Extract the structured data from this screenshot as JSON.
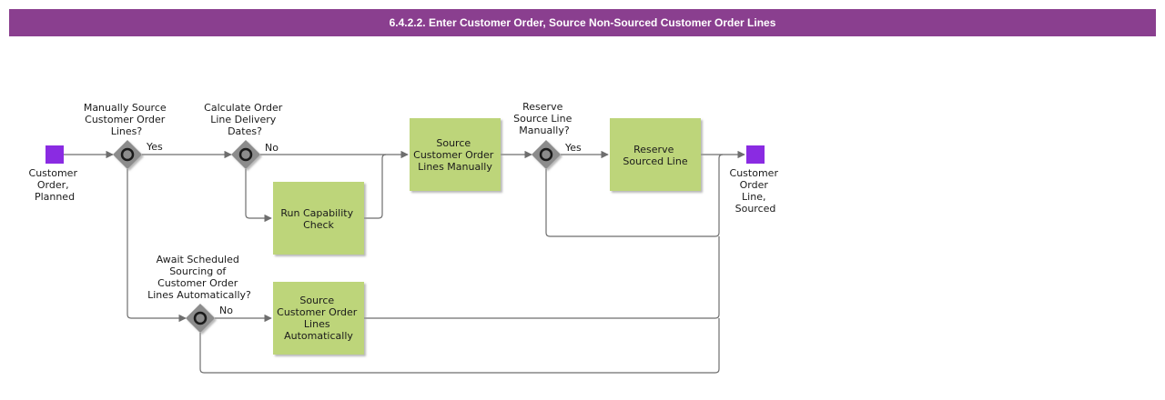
{
  "title": "6.4.2.2. Enter Customer Order, Source Non-Sourced Customer Order Lines",
  "colors": {
    "title_bar": "#8a3f8f",
    "event": "#8a2be2",
    "task": "#bdd57a",
    "gateway": "#8c8c8c",
    "connector": "#6e6e6e"
  },
  "events": {
    "start": {
      "label_lines": [
        "Customer",
        "Order,",
        "Planned"
      ]
    },
    "end": {
      "label_lines": [
        "Customer",
        "Order",
        "Line,",
        "Sourced"
      ]
    }
  },
  "gateways": {
    "manual_source": {
      "label_lines": [
        "Manually Source",
        "Customer Order",
        "Lines?"
      ]
    },
    "calc_delivery": {
      "label_lines": [
        "Calculate Order",
        "Line Delivery",
        "Dates?"
      ]
    },
    "reserve_line": {
      "label_lines": [
        "Reserve",
        "Source Line",
        "Manually?"
      ]
    },
    "await_sched": {
      "label_lines": [
        "Await Scheduled",
        "Sourcing of",
        "Customer Order",
        "Lines Automatically?"
      ]
    }
  },
  "tasks": {
    "source_manual": {
      "label_lines": [
        "Source",
        "Customer Order",
        "Lines Manually"
      ]
    },
    "capability": {
      "label_lines": [
        "Run Capability",
        "Check"
      ]
    },
    "reserve": {
      "label_lines": [
        "Reserve",
        "Sourced Line"
      ]
    },
    "source_auto": {
      "label_lines": [
        "Source",
        "Customer Order",
        "Lines",
        "Automatically"
      ]
    }
  },
  "flow_labels": {
    "manual_yes": "Yes",
    "calc_no": "No",
    "reserve_yes": "Yes",
    "await_no": "No"
  }
}
